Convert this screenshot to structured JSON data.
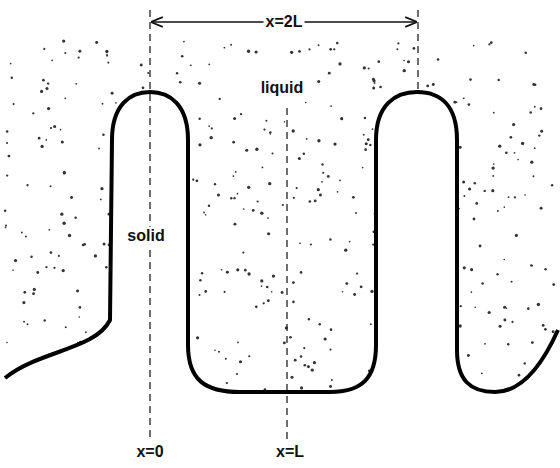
{
  "diagram": {
    "labels": [
      "x=2L",
      "liquid",
      "solid",
      "x=0",
      "x=L"
    ]
  }
}
